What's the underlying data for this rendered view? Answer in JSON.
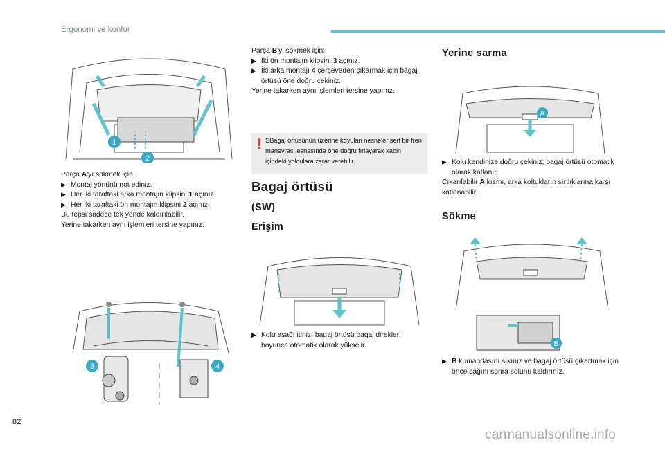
{
  "header": {
    "title": "Ergonomi ve konfor",
    "accent_color": "#62c3cc"
  },
  "page_number": "82",
  "watermark": "carmanualsonline.info",
  "col1": {
    "intro": [
      "Parça ",
      "A",
      "'yı sökmek için:"
    ],
    "bullets": [
      {
        "icon": "arrow-bullet-icon",
        "text": "Montaj yönünü not ediniz."
      },
      {
        "icon": "arrow-bullet-icon",
        "text_before": "Her iki taraftaki arka montajın klipsini ",
        "bold": "1",
        "text_after": " açınız."
      },
      {
        "icon": "arrow-bullet-icon",
        "text_before": "Her iki taraftaki ön montajın klipsini ",
        "bold": "2",
        "text_after": " açınız."
      }
    ],
    "line1": "Bu tepsi sadece tek yönde kaldırılabilir.",
    "line2": "Yerine takarken aynı işlemleri tersine yapınız.",
    "fig_labels": {
      "a": "1",
      "b": "2",
      "c": "3",
      "d": "4"
    }
  },
  "col2": {
    "intro": [
      "Parça ",
      "B",
      "'yi sökmek için:"
    ],
    "bullets": [
      {
        "text_before": "İki ön montajın klipsini ",
        "bold": "3",
        "text_after": " açınız."
      },
      {
        "text_before": "İki arka montajı ",
        "bold": "4",
        "text_after": " çerçeveden çıkarmak için bagaj örtüsü öne doğru çekiniz."
      }
    ],
    "line": "Yerine takarken aynı işlemleri tersine yapınız.",
    "warning": "SBagaj örtüsünün üzerine koyulan nesneler sert bir fren manevrası esnasında öne doğru fırlayarak kabin içindeki yolculara zarar verebilir.",
    "warning_color": "#d42127",
    "title": "Bagaj örtüsü",
    "subtitle": "(SW)",
    "access_title": "Erişim",
    "access_bullet": "Kolu aşağı itiniz; bagaj örtüsü bagaj direkleri boyunca otomatik olarak yükselir."
  },
  "col3": {
    "title1": "Yerine sarma",
    "fig_label_a": "A",
    "bullet1": "Kolu kendinize doğru çekiniz; bagaj örtüsü otomatik olarak katlanır.",
    "para": [
      "Çıkarılabilir ",
      "A",
      " kısmı, arka koltukların sırtlıklarına karşı katlanabilir."
    ],
    "title2": "Sökme",
    "fig_label_b": "B",
    "bullet2_bold": "B",
    "bullet2_text": " kumandasını sıkınız ve bagaj örtüsü çıkartmak için önce sağını sonra solunu kaldırınız."
  }
}
